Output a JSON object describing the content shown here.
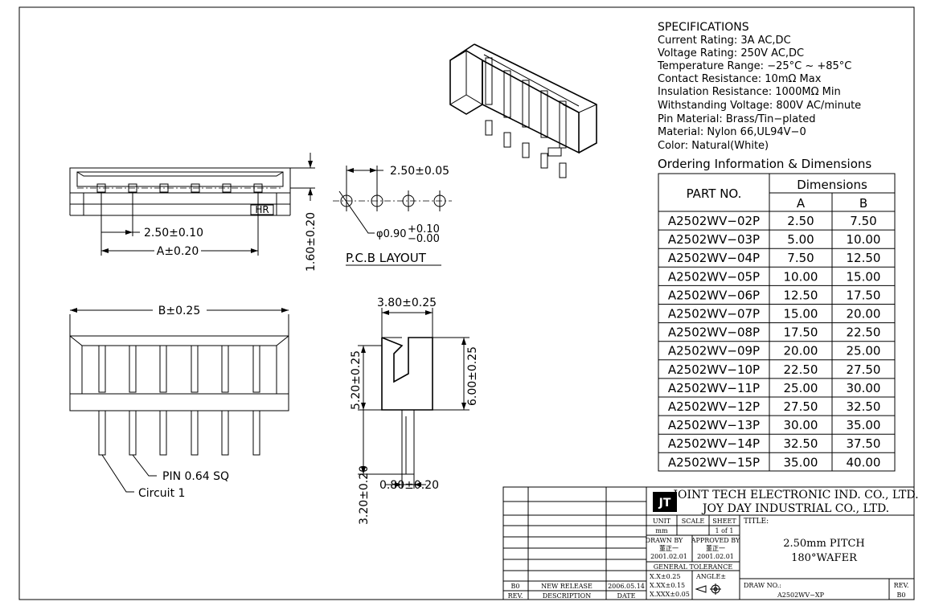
{
  "specifications": {
    "title": "SPECIFICATIONS",
    "lines": [
      "Current Rating: 3A AC,DC",
      "Voltage Rating: 250V AC,DC",
      "Temperature Range: −25°C ~ +85°C",
      "Contact Resistance: 10mΩ Max",
      "Insulation Resistance: 1000MΩ Min",
      "Withstanding Voltage: 800V AC/minute",
      "Pin Material: Brass/Tin−plated",
      "Material: Nylon 66,UL94V−0",
      "Color: Natural(White)"
    ]
  },
  "ordering": {
    "title": "Ordering Information & Dimensions",
    "col_part": "PART NO.",
    "col_dimensions": "Dimensions",
    "col_a": "A",
    "col_b": "B",
    "rows": [
      {
        "part": "A2502WV−02P",
        "a": "2.50",
        "b": "7.50"
      },
      {
        "part": "A2502WV−03P",
        "a": "5.00",
        "b": "10.00"
      },
      {
        "part": "A2502WV−04P",
        "a": "7.50",
        "b": "12.50"
      },
      {
        "part": "A2502WV−05P",
        "a": "10.00",
        "b": "15.00"
      },
      {
        "part": "A2502WV−06P",
        "a": "12.50",
        "b": "17.50"
      },
      {
        "part": "A2502WV−07P",
        "a": "15.00",
        "b": "20.00"
      },
      {
        "part": "A2502WV−08P",
        "a": "17.50",
        "b": "22.50"
      },
      {
        "part": "A2502WV−09P",
        "a": "20.00",
        "b": "25.00"
      },
      {
        "part": "A2502WV−10P",
        "a": "22.50",
        "b": "27.50"
      },
      {
        "part": "A2502WV−11P",
        "a": "25.00",
        "b": "30.00"
      },
      {
        "part": "A2502WV−12P",
        "a": "27.50",
        "b": "32.50"
      },
      {
        "part": "A2502WV−13P",
        "a": "30.00",
        "b": "35.00"
      },
      {
        "part": "A2502WV−14P",
        "a": "32.50",
        "b": "37.50"
      },
      {
        "part": "A2502WV−15P",
        "a": "35.00",
        "b": "40.00"
      }
    ]
  },
  "dims": {
    "pitch_top": "2.50±0.10",
    "a_dim": "A±0.20",
    "height_top": "1.60±0.20",
    "hr_mark": "HR",
    "pcb_pitch": "2.50±0.05",
    "pcb_hole": "φ0.90",
    "pcb_hole_tol_plus": "+0.10",
    "pcb_hole_tol_minus": "−0.00",
    "pcb_label": "P.C.B LAYOUT",
    "b_dim": "B±0.25",
    "pin_label": "PIN 0.64 SQ",
    "circuit_label": "Circuit 1",
    "side_width": "3.80±0.25",
    "side_h1": "5.20±0.25",
    "side_h2": "6.00±0.25",
    "side_h3": "3.20±0.20",
    "pin_width": "0.80±0.20"
  },
  "title_block": {
    "company1": "JOINT TECH ELECTRONIC IND. CO., LTD.",
    "company2": "JOY DAY INDUSTRIAL CO., LTD.",
    "unit_label": "UNIT",
    "unit_value": "mm",
    "scale_label": "SCALE",
    "sheet_label": "SHEET",
    "sheet_value": "1 of 1",
    "title_label": "TITLE:",
    "title_line1": "2.50mm PITCH",
    "title_line2": "180°WAFER",
    "drawn_by_label": "DRAWN BY",
    "drawn_by_name": "董正一",
    "drawn_by_date": "2001.02.01",
    "approved_by_label": "APPROVED BY",
    "approved_by_name": "董正一",
    "approved_by_date": "2001.02.01",
    "general_tolerance": "GENERAL TOLERANCE",
    "tol1": "X.X±0.25",
    "tol2": "X.XX±0.15",
    "tol3": "X.XXX±0.05",
    "angle_label": "ANGLE±",
    "draw_no_label": "DRAW NO.:",
    "draw_no_value": "A2502WV−XP",
    "rev_label": "REV.",
    "rev_value": "B0",
    "history_rev": "B0",
    "history_desc": "NEW RELEASE",
    "history_date": "2006.05.14",
    "hdr_rev": "REV.",
    "hdr_desc": "DESCRIPTION",
    "hdr_date": "DATE"
  }
}
